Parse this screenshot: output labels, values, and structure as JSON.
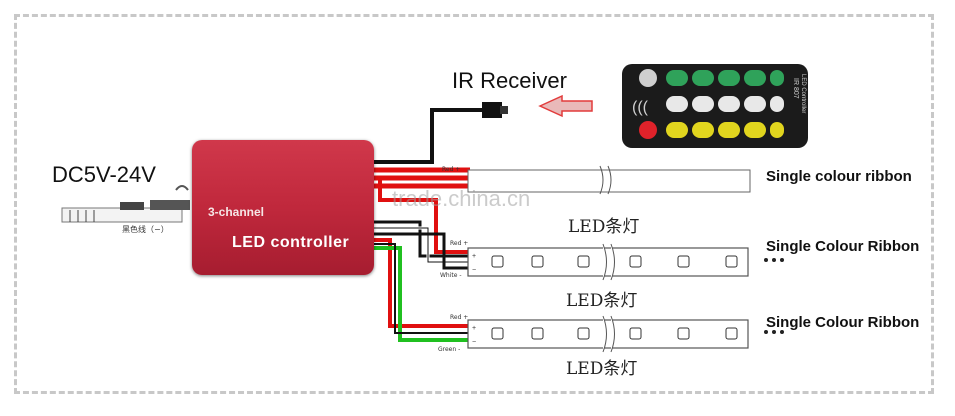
{
  "labels": {
    "ir_receiver": "IR  Receiver",
    "power_input": "DC5V-24V",
    "black_wire": "黑色线（−）",
    "controller_line1": "3-channel",
    "controller_line2": "LED controller",
    "watermark": "trade.china.cn"
  },
  "ribbons": [
    {
      "title": "Single colour ribbon",
      "caption": "LED条灯",
      "wire_pos": "Red +",
      "wire_neg": ""
    },
    {
      "title": "Single Colour Ribbon",
      "caption": "LED条灯",
      "wire_pos": "Red +",
      "wire_neg": "White -"
    },
    {
      "title": "Single Colour Ribbon",
      "caption": "LED条灯",
      "wire_pos": "Red +",
      "wire_neg": "Green -"
    }
  ],
  "remote": {
    "side_text_1": "IR 807",
    "side_text_2": "LED Controller"
  },
  "colors": {
    "controller": "#c0283c",
    "arrow": "#e23b3b",
    "wire_red": "#e01010",
    "wire_green": "#20c020",
    "wire_black": "#111111",
    "remote_green": "#2fa25a",
    "remote_white": "#e8e8e8",
    "remote_yellow": "#e1d51e",
    "remote_red": "#e0222a"
  }
}
